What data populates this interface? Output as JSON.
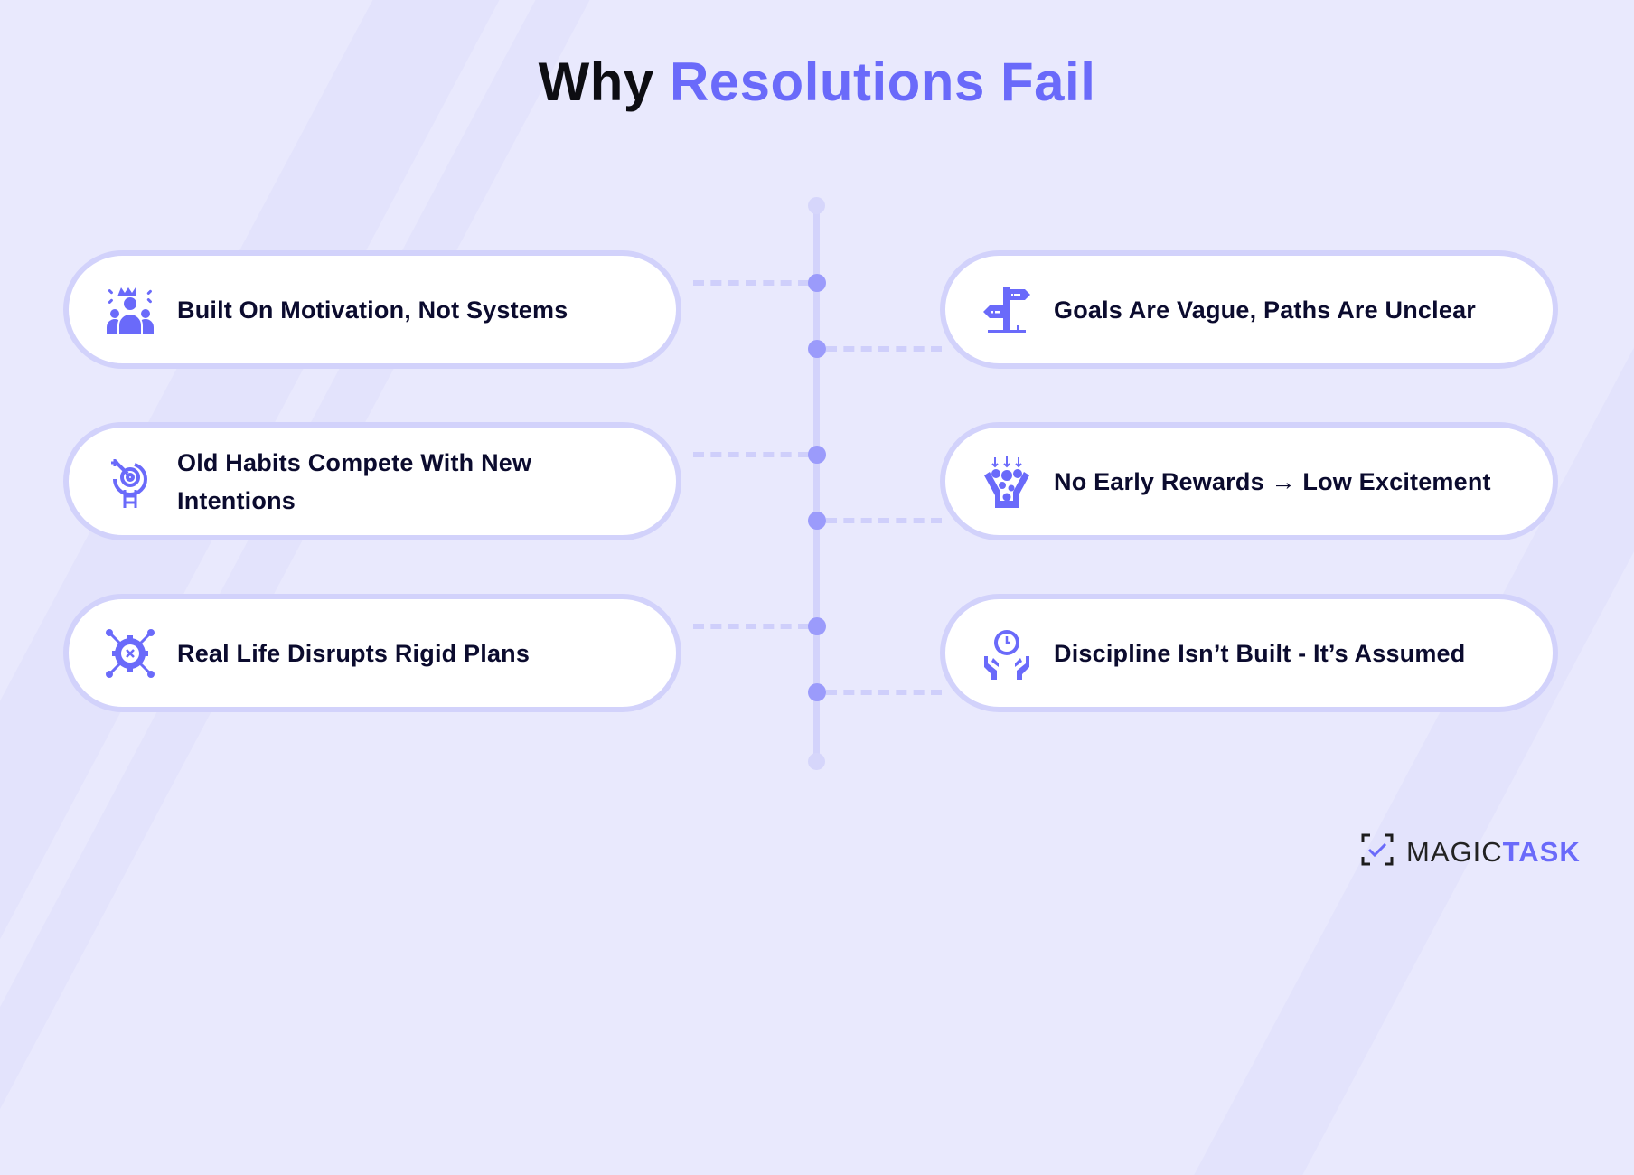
{
  "title": {
    "prefix": "Why",
    "accent": "Resolutions Fail"
  },
  "colors": {
    "accent": "#6a6afa",
    "background": "#e9e9fd",
    "pill_border": "#d2d2fb",
    "dot": "#9b9bfb",
    "text": "#0b0b2e"
  },
  "left_items": [
    {
      "label": "Built On Motivation, Not Systems",
      "icon": "crowned-leader-icon"
    },
    {
      "label": "Old Habits Compete With New Intentions",
      "icon": "target-ladder-icon"
    },
    {
      "label": "Real Life Disrupts Rigid Plans",
      "icon": "gear-x-icon"
    }
  ],
  "right_items": [
    {
      "label": "Goals Are Vague, Paths Are Unclear",
      "icon": "signpost-icon"
    },
    {
      "label": "No Early Rewards → Low Excitement",
      "icon": "funnel-icon"
    },
    {
      "label": "Discipline Isn’t Built - It’s Assumed",
      "icon": "hands-clock-icon"
    }
  ],
  "logo": {
    "part1": "MAGIC",
    "part2": "TASK"
  }
}
